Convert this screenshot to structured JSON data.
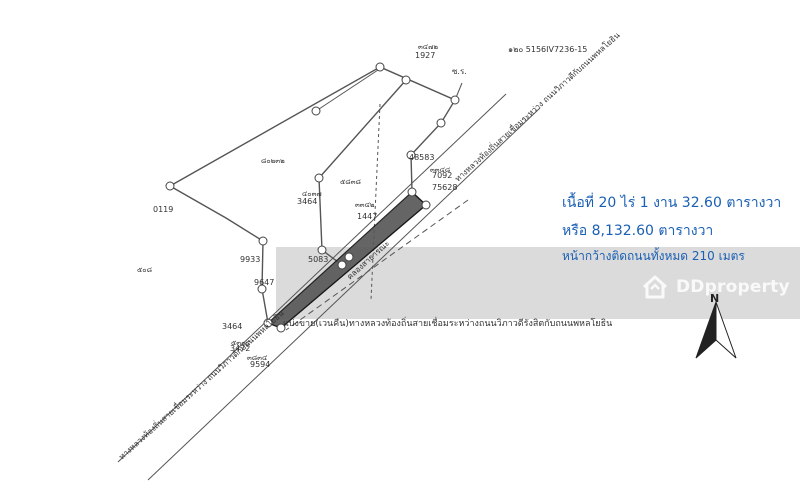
{
  "plan": {
    "ref_number": "๑๒๐ 5156IV7236-15",
    "parcel_labels": [
      "๕๐๘",
      "๘๐๒๓๒",
      "๕๘๓๘",
      "๕๓๐๔",
      "๓๘๓๔",
      "๔๐๓๗",
      "๓๔๗๒",
      "๓๓๔๒",
      "๓๓๔๘"
    ],
    "numbers": [
      "1927",
      "0119",
      "3464",
      "9933",
      "9647",
      "48583",
      "7092",
      "75628",
      "5083",
      "1447",
      "3464",
      "3472",
      "9594",
      "ซ.ร."
    ],
    "road_label_top": "ทางหลวงท้องถิ่นสายเชื่อมระหว่าง ถนนวิภาวดีกับถนนพหลโยธิน",
    "road_label_bottom": "ทางหลวงท้องถิ่นสายเชื่อมระหว่าง ถนนวิภาวดีกับถนนพหลโยธิน",
    "canal_label": "คลองสาธารณะ",
    "division_label": "แบ่งขาย(เวนคืน)ทางหลวงท้องถิ่นสายเชื่อมระหว่างถนนวิภาวดีรังสิตกับถนนพหลโยธิน",
    "north_label": "N"
  },
  "overlay": {
    "area_line_1": "เนื้อที่  20 ไร่ 1 งาน 32.60 ตารางวา",
    "area_line_2": "หรือ 8,132.60 ตารางวา",
    "frontage": "หน้ากว้างติดถนนทั้งหมด  210 เมตร"
  },
  "watermark": {
    "text": "DDproperty"
  },
  "colors": {
    "overlay_text": "#1a5fb4",
    "highlight": "#555555",
    "watermark_band": "#bdbdbd"
  }
}
